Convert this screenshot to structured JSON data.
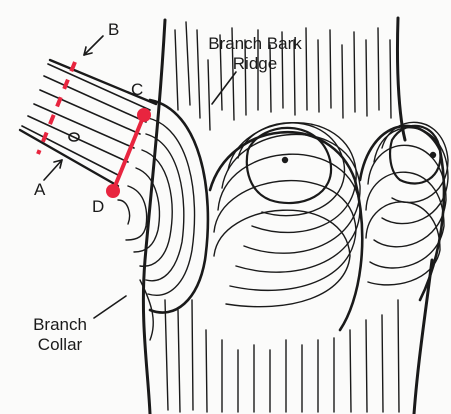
{
  "labels": {
    "a": "A",
    "b": "B",
    "c": "C",
    "d": "D",
    "ridge_line1": "Branch Bark",
    "ridge_line2": "Ridge",
    "collar_line1": "Branch",
    "collar_line2": "Collar"
  },
  "colors": {
    "ink": "#1a1a1a",
    "cut_marker": "#e8253f",
    "paper": "#fbfbfa"
  }
}
